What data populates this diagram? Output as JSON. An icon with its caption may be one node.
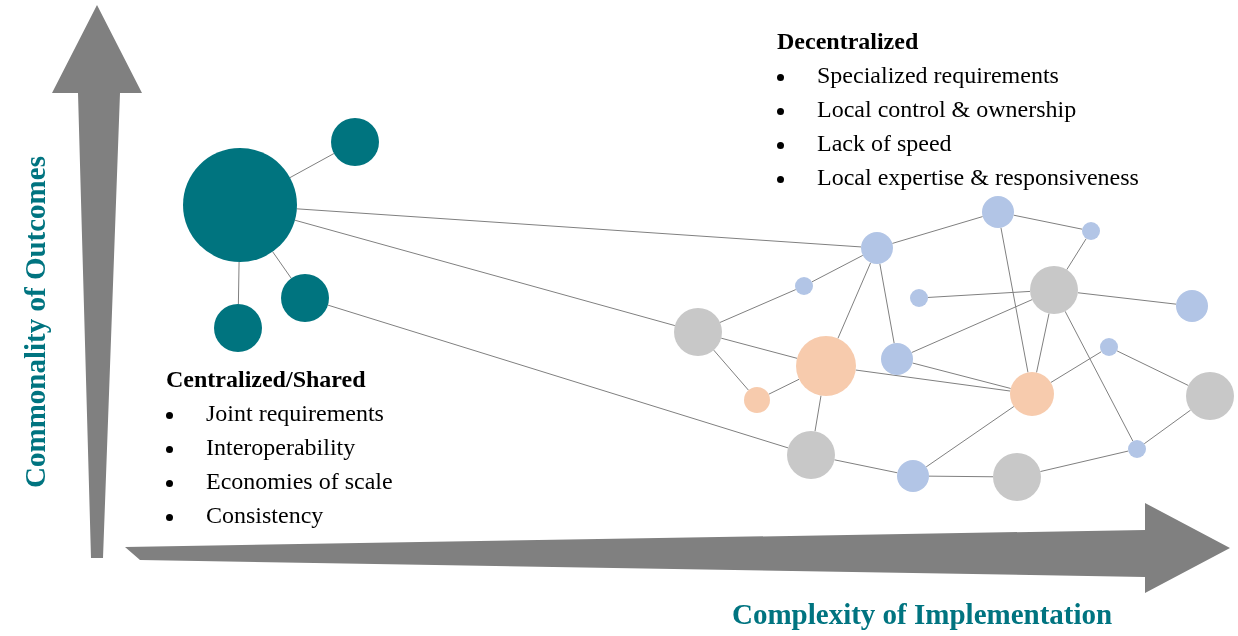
{
  "diagram": {
    "nodes": [
      {
        "text": [],
        "shape": "circle"
      },
      {
        "text": [],
        "shape": "circle"
      },
      {
        "text": [],
        "shape": "circle"
      },
      {
        "text": [],
        "shape": "circle"
      },
      {
        "text": [],
        "shape": "circle"
      },
      {
        "text": [],
        "shape": "circle"
      },
      {
        "text": [],
        "shape": "circle"
      },
      {
        "text": [],
        "shape": "circle"
      },
      {
        "text": [],
        "shape": "circle"
      },
      {
        "text": [],
        "shape": "circle"
      },
      {
        "text": [],
        "shape": "circle"
      },
      {
        "text": [],
        "shape": "circle"
      },
      {
        "text": [],
        "shape": "circle"
      },
      {
        "text": [],
        "shape": "circle"
      },
      {
        "text": [],
        "shape": "circle"
      },
      {
        "text": [],
        "shape": "circle"
      },
      {
        "text": [],
        "shape": "circle"
      },
      {
        "text": [],
        "shape": "circle"
      },
      {
        "text": [],
        "shape": "circle"
      },
      {
        "text": [],
        "shape": "circle"
      },
      {
        "text": [],
        "shape": "circle"
      },
      {
        "text": [],
        "shape": "circle"
      }
    ],
    "edges": [
      {
        "from": 0,
        "to": 1,
        "arrow": "none"
      },
      {
        "from": 0,
        "to": 2,
        "arrow": "none"
      },
      {
        "from": 0,
        "to": 3,
        "arrow": "none"
      },
      {
        "from": 0,
        "to": 4,
        "arrow": "none"
      },
      {
        "from": 0,
        "to": 11,
        "arrow": "none"
      },
      {
        "from": 3,
        "to": 18,
        "arrow": "none"
      },
      {
        "from": 4,
        "to": 5,
        "arrow": "none"
      },
      {
        "from": 4,
        "to": 7,
        "arrow": "none"
      },
      {
        "from": 4,
        "to": 12,
        "arrow": "none"
      },
      {
        "from": 4,
        "to": 13,
        "arrow": "none"
      },
      {
        "from": 5,
        "to": 6,
        "arrow": "none"
      },
      {
        "from": 5,
        "to": 16,
        "arrow": "none"
      },
      {
        "from": 6,
        "to": 9,
        "arrow": "none"
      },
      {
        "from": 7,
        "to": 11,
        "arrow": "none"
      },
      {
        "from": 8,
        "to": 9,
        "arrow": "none"
      },
      {
        "from": 9,
        "to": 10,
        "arrow": "none"
      },
      {
        "from": 9,
        "to": 13,
        "arrow": "none"
      },
      {
        "from": 9,
        "to": 16,
        "arrow": "none"
      },
      {
        "from": 9,
        "to": 19,
        "arrow": "none"
      },
      {
        "from": 11,
        "to": 12,
        "arrow": "none"
      },
      {
        "from": 11,
        "to": 15,
        "arrow": "none"
      },
      {
        "from": 12,
        "to": 15,
        "arrow": "none"
      },
      {
        "from": 12,
        "to": 16,
        "arrow": "none"
      },
      {
        "from": 12,
        "to": 18,
        "arrow": "none"
      },
      {
        "from": 13,
        "to": 16,
        "arrow": "none"
      },
      {
        "from": 14,
        "to": 16,
        "arrow": "none"
      },
      {
        "from": 14,
        "to": 17,
        "arrow": "none"
      },
      {
        "from": 17,
        "to": 19,
        "arrow": "none"
      },
      {
        "from": 16,
        "to": 20,
        "arrow": "none"
      },
      {
        "from": 18,
        "to": 20,
        "arrow": "none"
      },
      {
        "from": 20,
        "to": 21,
        "arrow": "none"
      },
      {
        "from": 21,
        "to": 19,
        "arrow": "none"
      }
    ],
    "labels": [
      "Decentralized",
      "Specialized requirements",
      "Local control & ownership",
      "Lack of speed",
      "Local expertise & responsiveness",
      "Centralized/Shared",
      "Joint requirements",
      "Interoperability",
      "Economies of scale",
      "Consistency",
      "Commonality of Outcomes",
      "Complexity of Implementation"
    ]
  }
}
